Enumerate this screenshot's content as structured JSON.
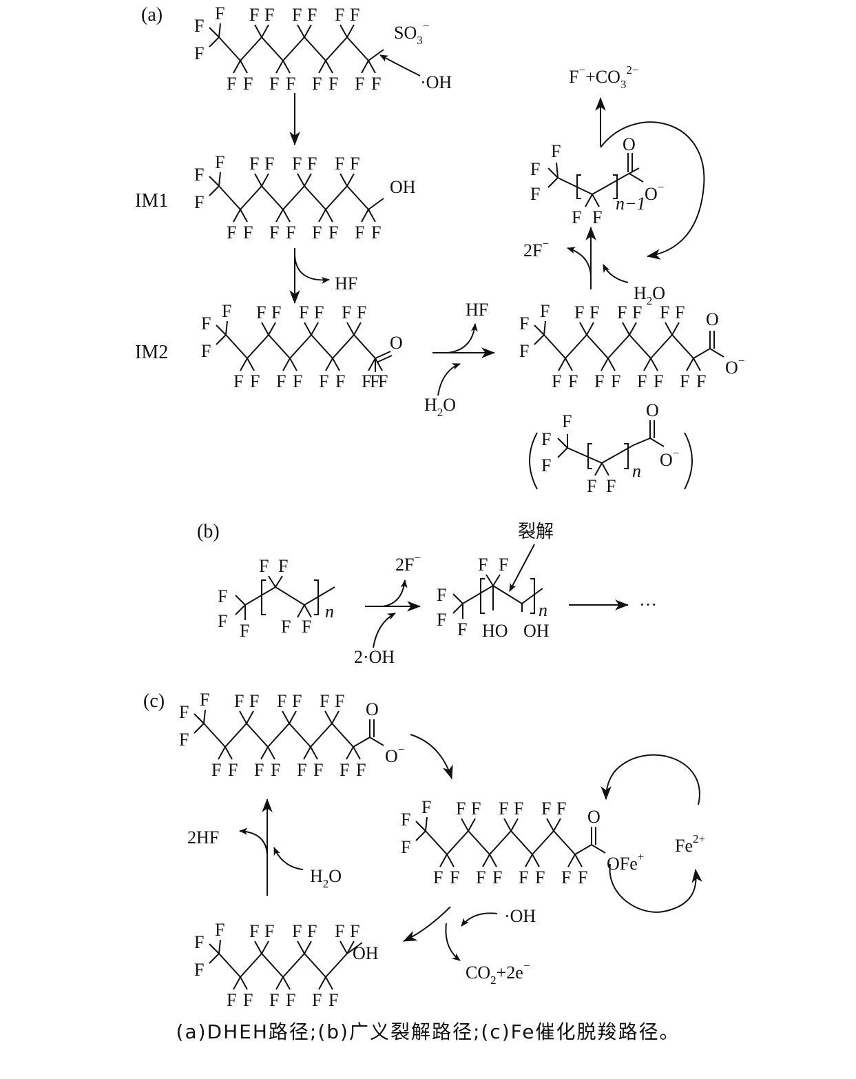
{
  "panels": {
    "a": {
      "label": "(a)",
      "im1_label": "IM1",
      "im2_label": "IM2",
      "sulfonate": "SO",
      "sulfonate_sub": "3",
      "sulfonate_sup": "−",
      "hydroxyl_radical": "·OH",
      "hydroxyl": "OH",
      "oxygen": "O",
      "fluorine": "F",
      "hf": "HF",
      "water": "H",
      "water_sub": "2",
      "water_tail": "O",
      "carboxylate": "O",
      "carboxylate_sup": "−",
      "two_fluoride": "2F",
      "two_fluoride_sup": "−",
      "product_fluoride": "F",
      "product_fluoride_sup": "−",
      "product_plus_co3": "+CO",
      "product_co3_sub": "3",
      "product_co3_sup": "2−",
      "repeat_n": "n",
      "repeat_n_minus_1": "n−1"
    },
    "b": {
      "label": "(b)",
      "cleavage_note": "裂解",
      "two_fluoride": "2F",
      "two_fluoride_sup": "−",
      "two_hydroxyl_radical": "2·OH",
      "ho": "HO",
      "oh": "OH",
      "repeat_n": "n",
      "ellipsis": "···"
    },
    "c": {
      "label": "(c)",
      "carboxylate": "O",
      "carboxylate_sup": "−",
      "ofe": "OFe",
      "ofe_sup": "+",
      "fe": "Fe",
      "fe_sup": "2+",
      "two_hf": "2HF",
      "water": "H",
      "water_sub": "2",
      "water_tail": "O",
      "hydroxyl_radical": "·OH",
      "co2": "CO",
      "co2_sub": "2",
      "co2_tail": "+2e",
      "co2_sup": "−",
      "hydroxyl": "OH"
    }
  },
  "caption": "(a)DHEH路径;(b)广义裂解路径;(c)Fe催化脱羧路径。"
}
